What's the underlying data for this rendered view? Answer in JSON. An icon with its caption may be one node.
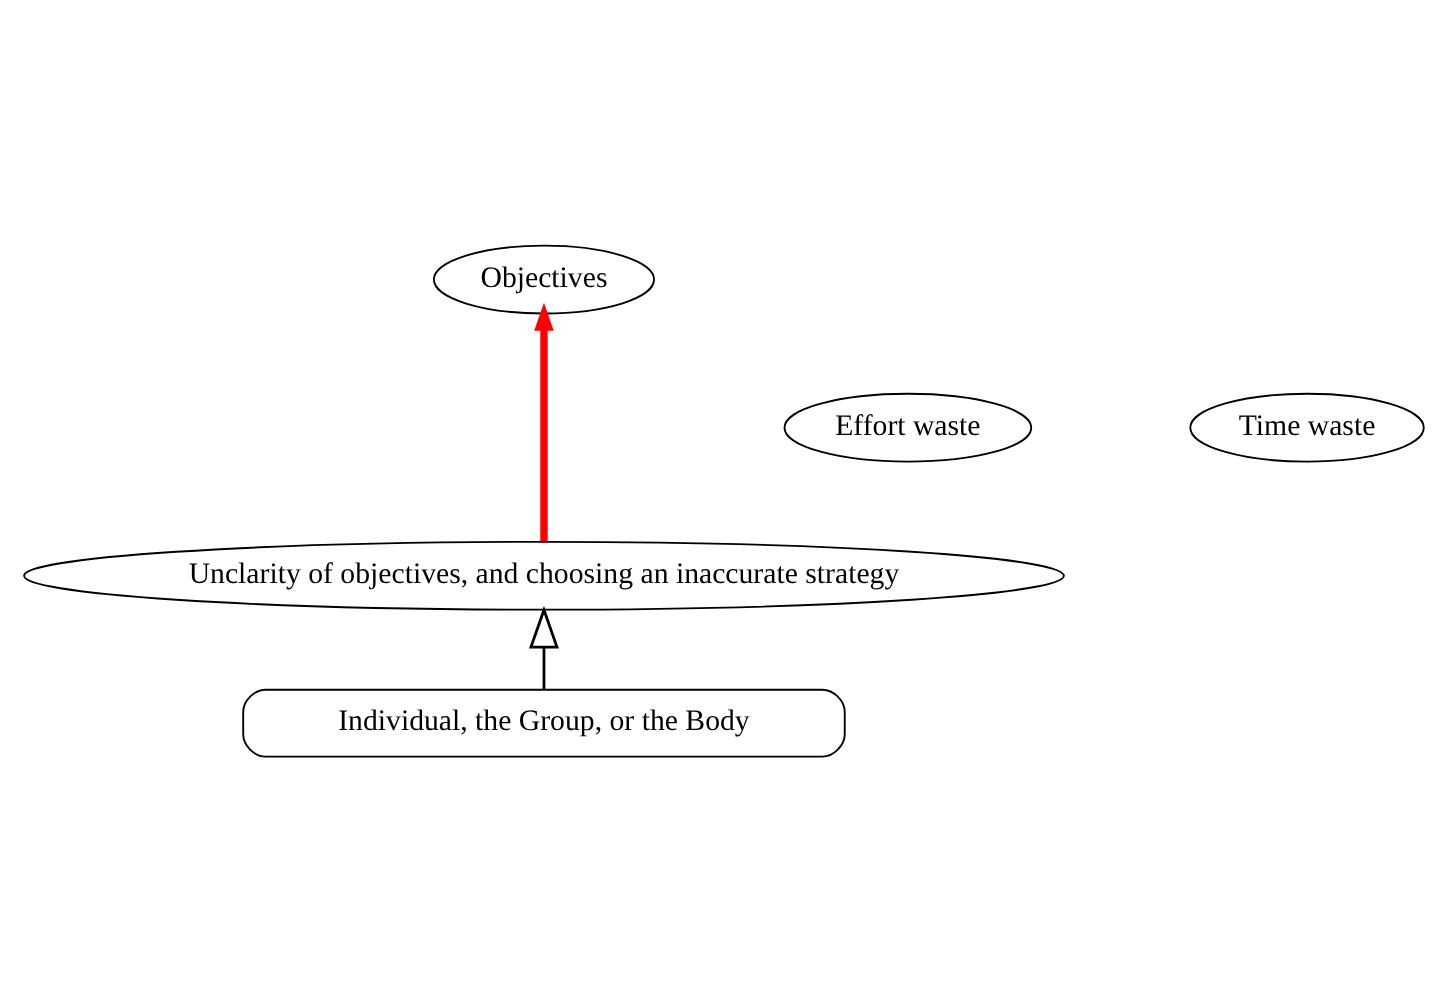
{
  "diagram": {
    "nodes": [
      {
        "text": [
          "Objectives"
        ]
      },
      {
        "text": [
          "Effort waste"
        ]
      },
      {
        "text": [
          "Time waste"
        ]
      },
      {
        "text": [
          "Unclarity of objectives, and choosing an inaccurate strategy"
        ]
      },
      {
        "text": [
          "Individual, the Group, or the Body"
        ]
      }
    ],
    "edges": [
      {
        "from": 3,
        "to": 0,
        "arrow": "to",
        "style": "thick",
        "color": "#ff0000"
      },
      {
        "from": 4,
        "to": 3,
        "arrow": "to",
        "color": "#000000"
      }
    ]
  }
}
